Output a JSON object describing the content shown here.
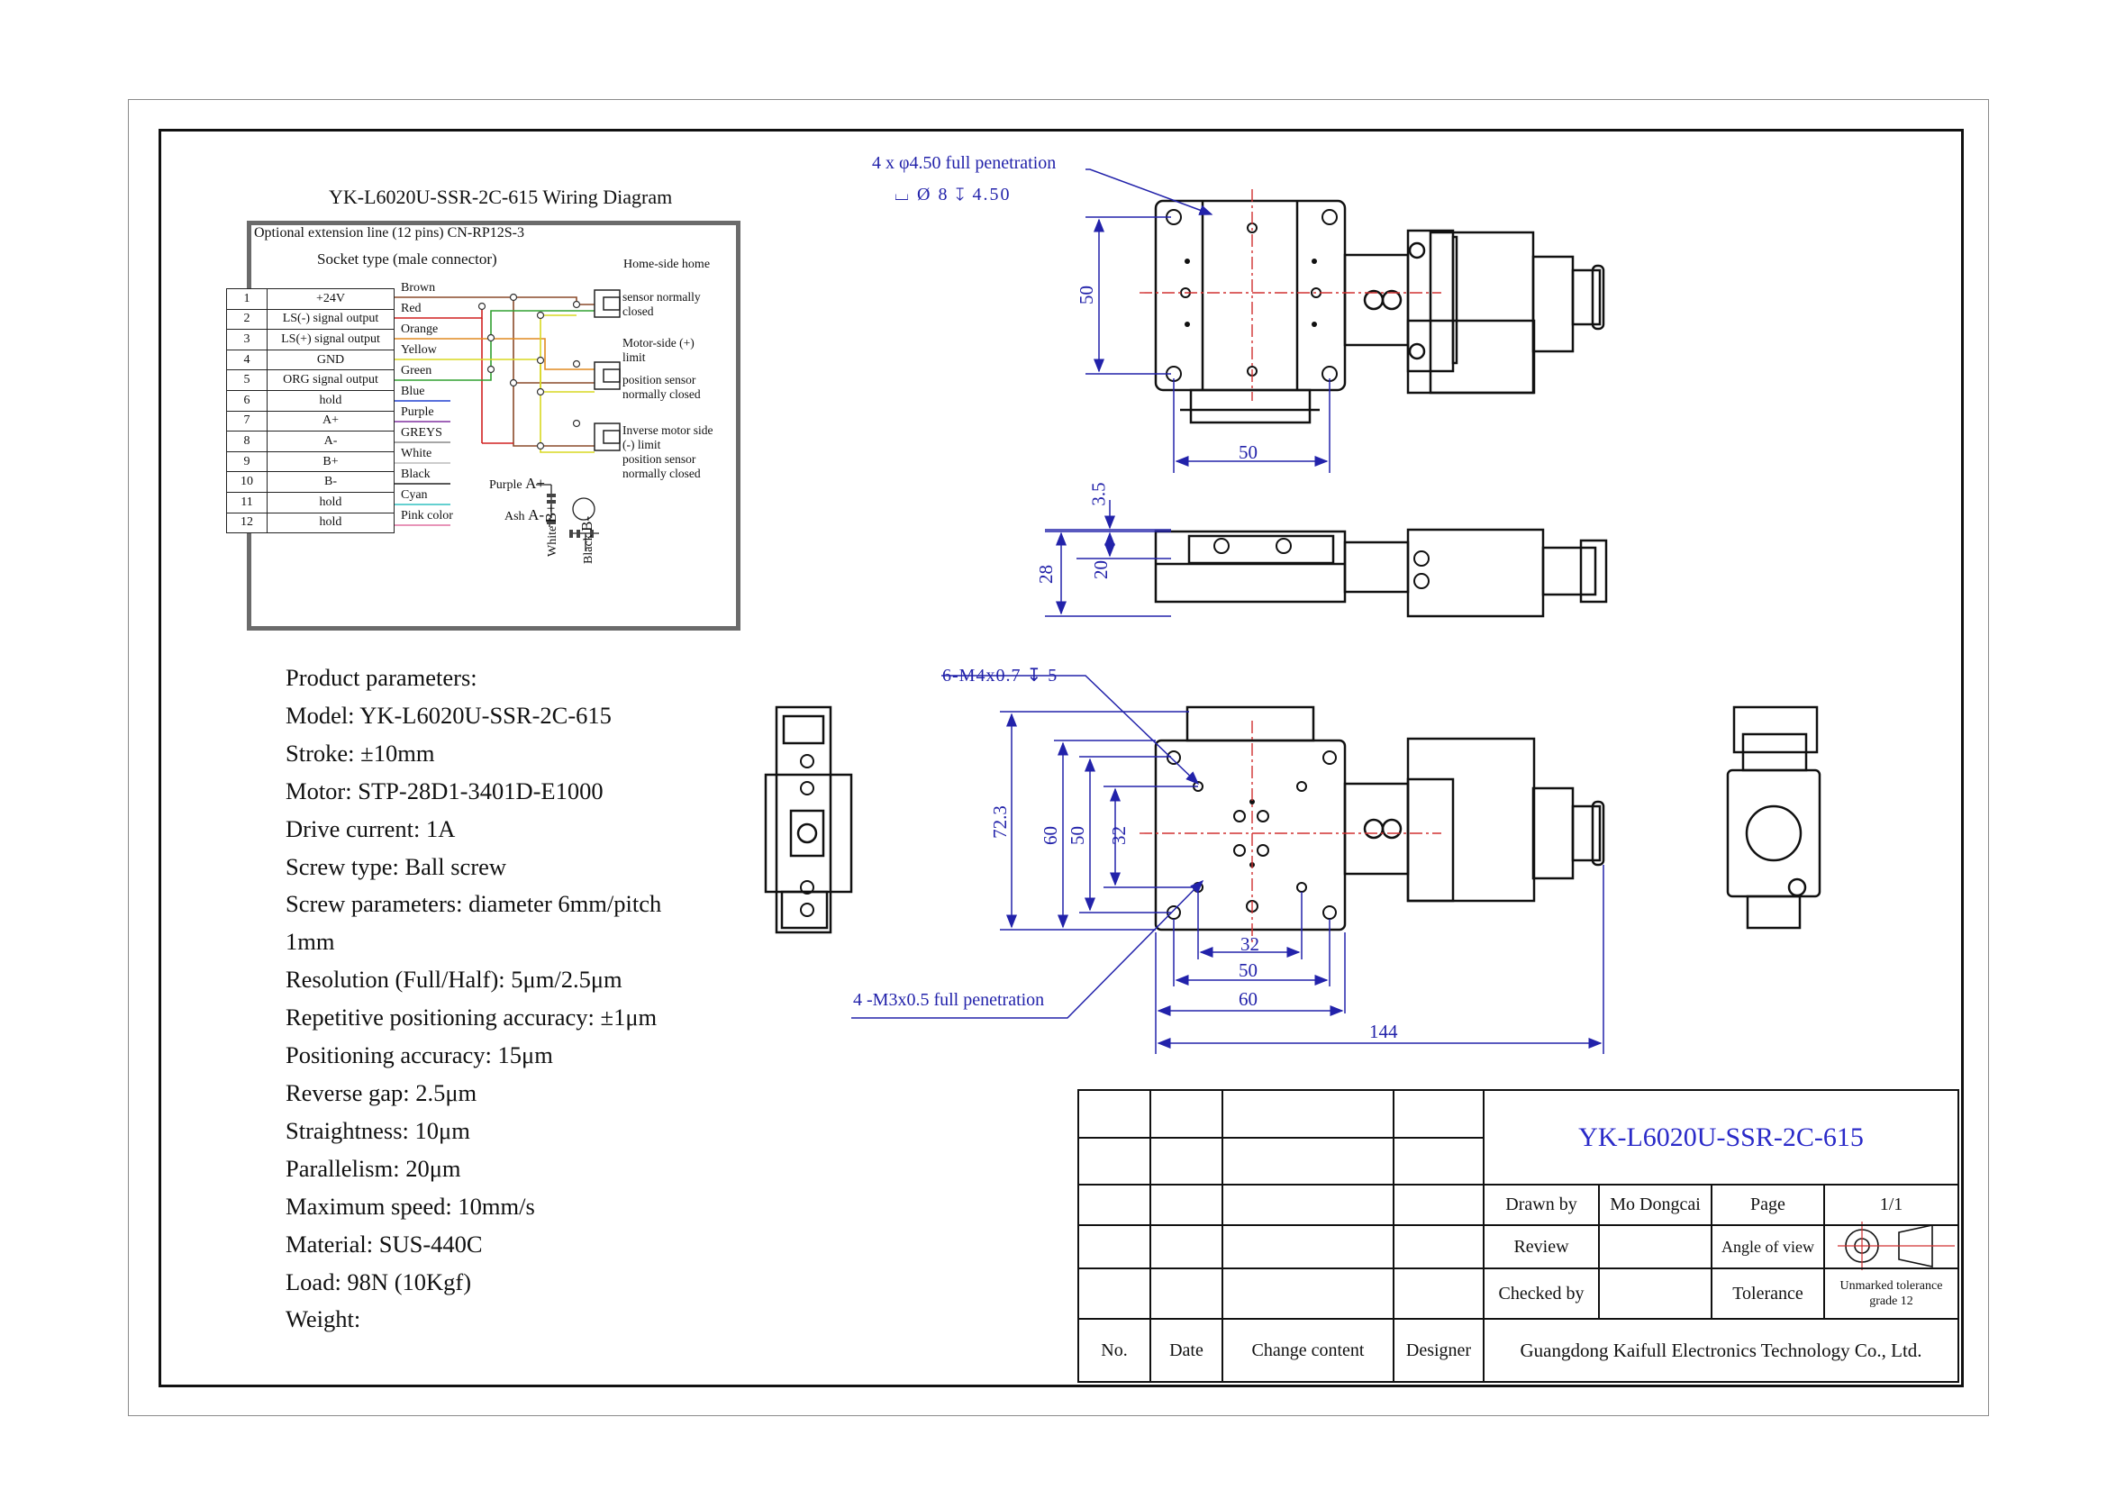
{
  "wiring_diagram": {
    "title": "YK-L6020U-SSR-2C-615 Wiring Diagram",
    "extension_line": "Optional extension line (12 pins) CN-RP12S-3",
    "socket_type": "Socket type (male connector)",
    "home_side": "Home-side home",
    "pins": [
      {
        "no": "1",
        "signal": "+24V",
        "wire": "Brown"
      },
      {
        "no": "2",
        "signal": "LS(-) signal output",
        "wire": "Red"
      },
      {
        "no": "3",
        "signal": "LS(+) signal output",
        "wire": "Orange"
      },
      {
        "no": "4",
        "signal": "GND",
        "wire": "Yellow"
      },
      {
        "no": "5",
        "signal": "ORG signal output",
        "wire": "Green"
      },
      {
        "no": "6",
        "signal": "hold",
        "wire": "Blue"
      },
      {
        "no": "7",
        "signal": "A+",
        "wire": "Purple"
      },
      {
        "no": "8",
        "signal": "A-",
        "wire": "GREYS"
      },
      {
        "no": "9",
        "signal": "B+",
        "wire": "White"
      },
      {
        "no": "10",
        "signal": "B-",
        "wire": "Black"
      },
      {
        "no": "11",
        "signal": "hold",
        "wire": "Cyan"
      },
      {
        "no": "12",
        "signal": "hold",
        "wire": "Pink color"
      }
    ],
    "sensors": {
      "home": [
        "sensor normally",
        "closed"
      ],
      "motor_plus": [
        "Motor-side (+)",
        "limit",
        "position sensor",
        "normally closed"
      ],
      "inverse": [
        "Inverse motor side",
        "(-) limit",
        "position sensor",
        "normally closed"
      ]
    },
    "motor_coils": {
      "purple": "Purple",
      "a_plus": "A+",
      "ash": "Ash",
      "a_minus": "A-",
      "white": "White",
      "b_plus": "B+",
      "black": "Black",
      "b_minus": "B-"
    }
  },
  "parameters": [
    "Product parameters:",
    "Model: YK-L6020U-SSR-2C-615",
    "Stroke: ±10mm",
    "Motor: STP-28D1-3401D-E1000",
    "Drive current: 1A",
    "Screw type: Ball screw",
    "Screw parameters: diameter 6mm/pitch",
    "1mm",
    "Resolution (Full/Half): 5μm/2.5μm",
    "Repetitive positioning accuracy: ±1μm",
    "Positioning accuracy: 15μm",
    "Reverse gap: 2.5μm",
    "Straightness: 10μm",
    "Parallelism: 20μm",
    "Maximum speed: 10mm/s",
    "Material: SUS-440C",
    "Load: 98N (10Kgf)",
    "Weight:"
  ],
  "dimensions": {
    "top_holes": "4 x φ4.50 full penetration",
    "top_holes_sub": "⌴ Ø 8 ↧ 4.50",
    "top_50_v": "50",
    "top_50_h": "50",
    "side_3_5": "3.5",
    "side_28": "28",
    "side_20": "20",
    "bottom_m4": "6-M4x0.7 ↧ 5",
    "bottom_72_3": "72.3",
    "bottom_60_v": "60",
    "bottom_50_v": "50",
    "bottom_32_v": "32",
    "bottom_32_h": "32",
    "bottom_50_h": "50",
    "bottom_60_h": "60",
    "bottom_144": "144",
    "bottom_m3": "4 -M3x0.5 full penetration"
  },
  "title_block": {
    "model": "YK-L6020U-SSR-2C-615",
    "drawn_by_label": "Drawn by",
    "drawn_by": "Mo Dongcai",
    "page_label": "Page",
    "page": "1/1",
    "review_label": "Review",
    "angle_label": "Angle of view",
    "checked_label": "Checked by",
    "tolerance_label": "Tolerance",
    "tolerance": "Unmarked tolerance grade 12",
    "col_no": "No.",
    "col_date": "Date",
    "col_change": "Change content",
    "col_designer": "Designer",
    "company": "Guangdong Kaifull Electronics Technology Co., Ltd."
  },
  "colors": {
    "dimension": "#2222aa",
    "title_blue": "#2a2ac8",
    "center_line": "#d03030"
  }
}
